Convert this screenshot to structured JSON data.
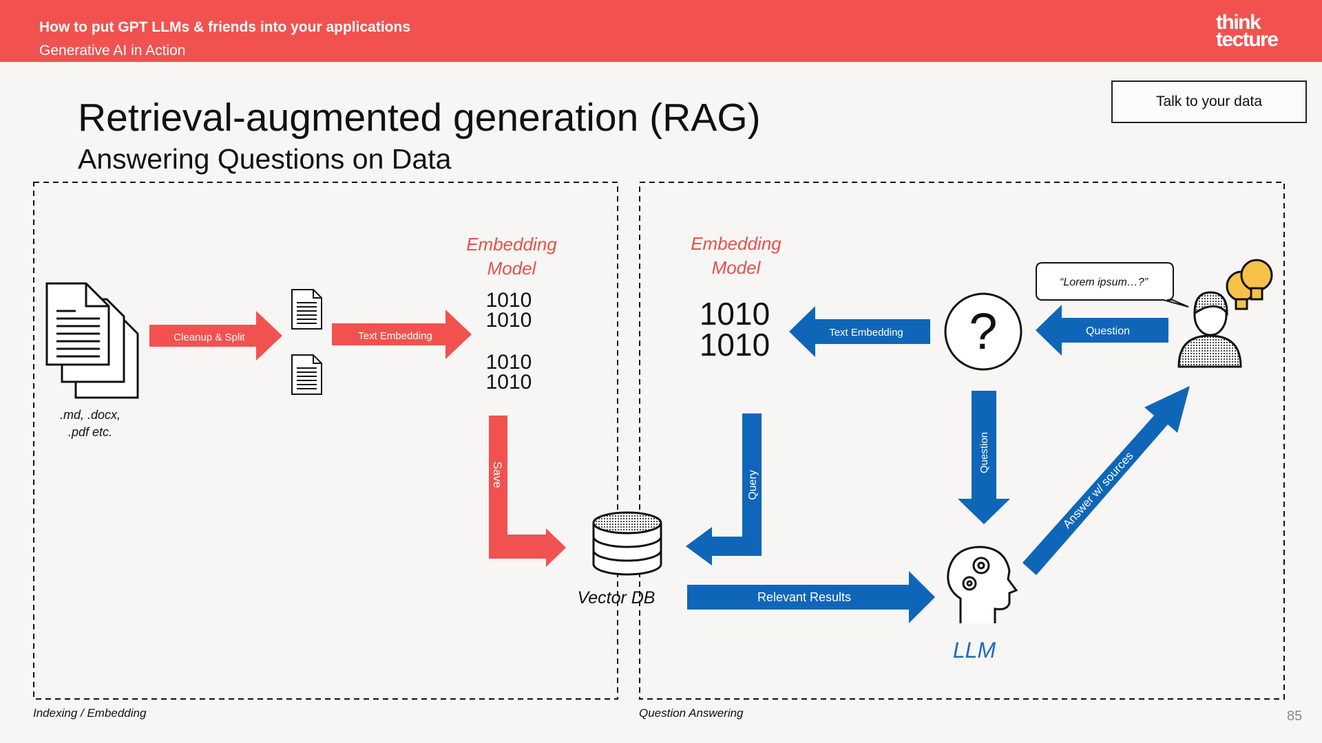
{
  "header": {
    "title": "How to put GPT LLMs & friends into your applications",
    "subtitle": "Generative AI in Action",
    "logo_line1": "think",
    "logo_line2": "tecture",
    "background": "#f1524f"
  },
  "slide": {
    "title": "Retrieval-augmented generation (RAG)",
    "subtitle": "Answering Questions on Data",
    "button_label": "Talk to your data",
    "page_number": "85"
  },
  "panels": {
    "left_label": "Indexing / Embedding",
    "right_label": "Question Answering"
  },
  "diagram": {
    "docs_label_line1": ".md, .docx,",
    "docs_label_line2": ".pdf etc.",
    "arrow_cleanup": "Cleanup & Split",
    "arrow_text_embedding_left": "Text Embedding",
    "embedding_model_left_line1": "Embedding",
    "embedding_model_left_line2": "Model",
    "binary_left": [
      "1010",
      "1010",
      "1010",
      "1010"
    ],
    "arrow_save": "Save",
    "vector_db_label": "Vector DB",
    "embedding_model_right_line1": "Embedding",
    "embedding_model_right_line2": "Model",
    "binary_right": [
      "1010",
      "1010"
    ],
    "arrow_text_embedding_right": "Text Embedding",
    "question_mark": "?",
    "arrow_question_horizontal": "Question",
    "speech_bubble": "“Lorem ipsum…?”",
    "arrow_query": "Query",
    "arrow_question_vertical": "Question",
    "arrow_relevant_results": "Relevant Results",
    "arrow_answer": "Answer w/ sources",
    "llm_label": "LLM"
  },
  "colors": {
    "red_arrow": "#f1524f",
    "blue_arrow": "#0f66b8",
    "red_text": "#e8504b",
    "blue_text": "#1a6cc4"
  },
  "icons": [
    "documents-stack-icon",
    "document-icon",
    "database-icon",
    "question-circle-icon",
    "person-icon",
    "lightbulbs-icon",
    "brain-gears-head-icon"
  ]
}
